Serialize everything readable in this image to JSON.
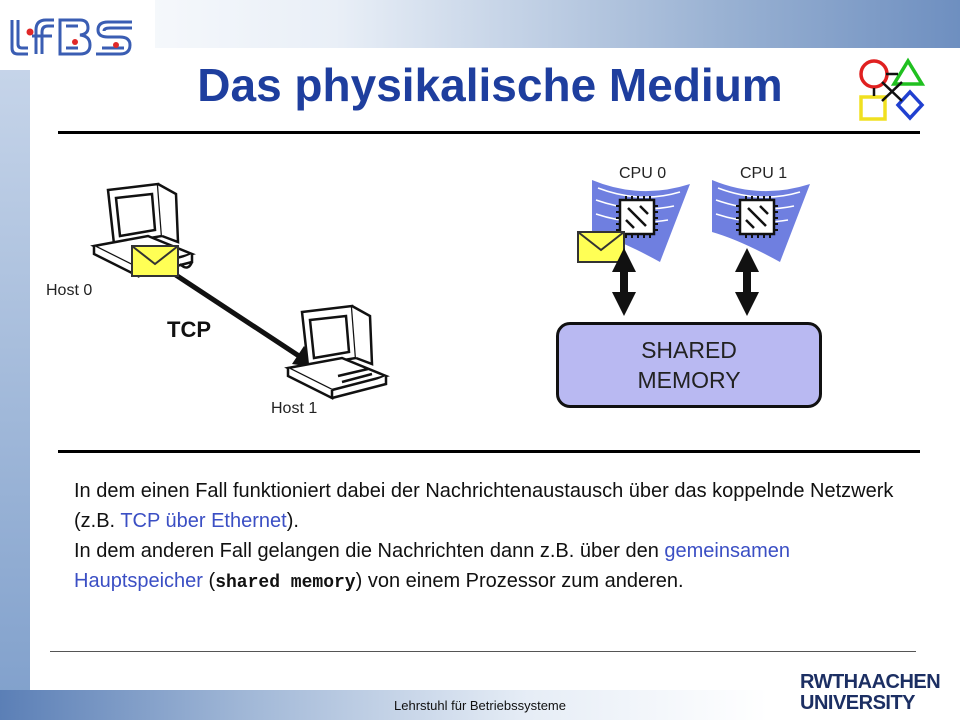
{
  "slide": {
    "title": "Das physikalische Medium",
    "footer": "Lehrstuhl für Betriebssysteme"
  },
  "logos": {
    "chair_logo_name": "lfbs-logo",
    "university_logo": {
      "line1": "RWTHAACHEN",
      "line2": "UNIVERSITY"
    },
    "shapes_logo_colors": {
      "circle": "#e02020",
      "triangle": "#20c020",
      "square": "#f0e020",
      "diamond": "#2040d0"
    }
  },
  "diagram": {
    "host0_label": "Host 0",
    "host1_label": "Host 1",
    "link_label": "TCP",
    "cpu0_label": "CPU 0",
    "cpu1_label": "CPU 1",
    "memory_line1": "SHARED",
    "memory_line2": "MEMORY",
    "colors": {
      "memory_fill": "#b9b9f2",
      "envelope": "#ffff55",
      "cpu_fan": "#6f7fe0"
    }
  },
  "text": {
    "p1_a": "In dem einen Fall funktioniert dabei der Nachrichtenaustausch über das koppelnde Netzwerk (z.B. ",
    "p1_hl": "TCP über Ethernet",
    "p1_b": ").",
    "p2_a": "In dem anderen Fall gelangen die Nachrichten dann z.B. über den ",
    "p2_hl": "gemeinsamen Hauptspeicher",
    "p2_b": " (",
    "p2_code": "shared memory",
    "p2_c": ") von einem Prozessor zum anderen.",
    "highlight_color": "#3b4fc4"
  }
}
